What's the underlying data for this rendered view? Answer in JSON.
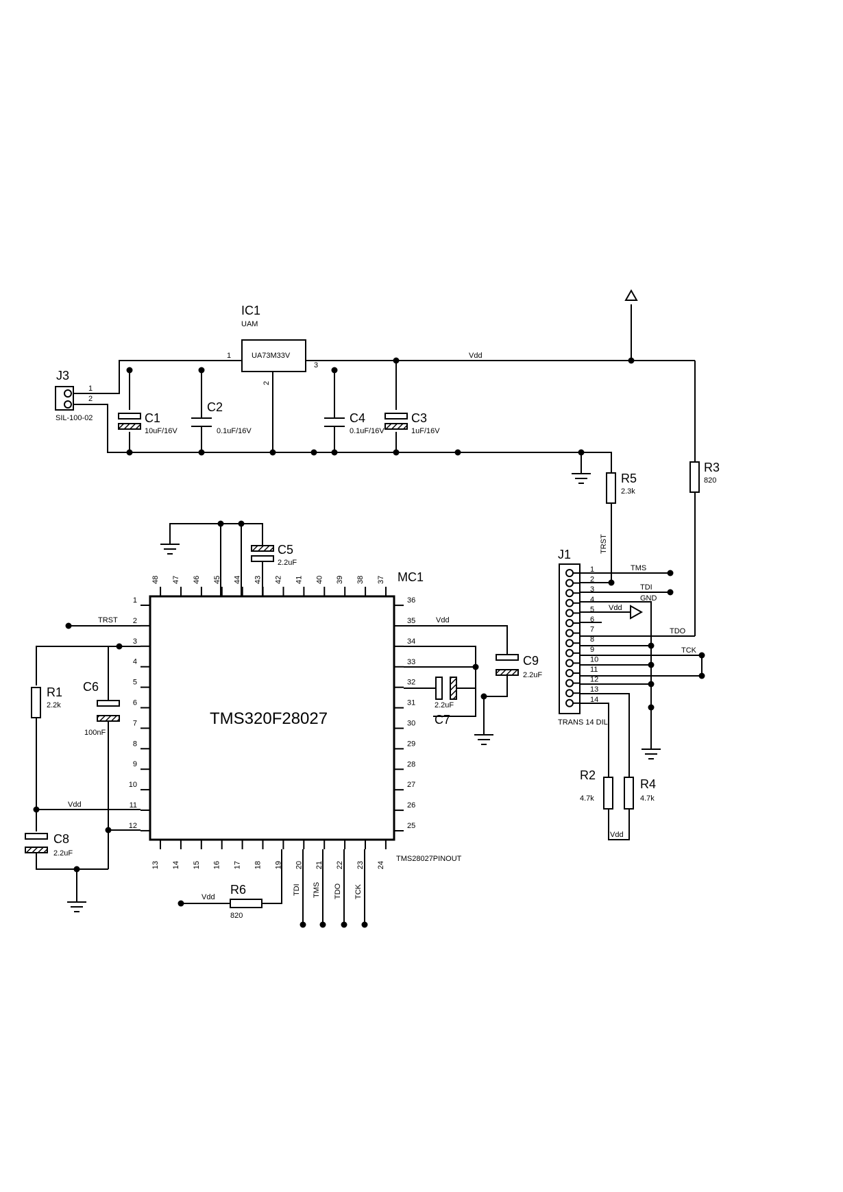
{
  "regulator": {
    "ref": "IC1",
    "package": "UAM",
    "part": "UA73M33V",
    "pins": [
      "1",
      "2",
      "3"
    ]
  },
  "j3": {
    "ref": "J3",
    "value": "SIL-100-02",
    "pins": [
      "1",
      "2"
    ]
  },
  "caps": {
    "c1": {
      "ref": "C1",
      "value": "10uF/16V"
    },
    "c2": {
      "ref": "C2",
      "value": "0.1uF/16V"
    },
    "c3": {
      "ref": "C3",
      "value": "1uF/16V"
    },
    "c4": {
      "ref": "C4",
      "value": "0.1uF/16V"
    },
    "c5": {
      "ref": "C5",
      "value": "2.2uF"
    },
    "c6": {
      "ref": "C6",
      "value": "100nF"
    },
    "c7": {
      "ref": "C7",
      "value": "2.2uF"
    },
    "c8": {
      "ref": "C8",
      "value": "2.2uF"
    },
    "c9": {
      "ref": "C9",
      "value": "2.2uF"
    }
  },
  "resistors": {
    "r1": {
      "ref": "R1",
      "value": "2.2k"
    },
    "r2": {
      "ref": "R2",
      "value": "4.7k"
    },
    "r3": {
      "ref": "R3",
      "value": "820"
    },
    "r4": {
      "ref": "R4",
      "value": "4.7k"
    },
    "r5": {
      "ref": "R5",
      "value": "2.3k"
    },
    "r6": {
      "ref": "R6",
      "value": "820"
    }
  },
  "nets": {
    "vdd": "Vdd",
    "trst": "TRST",
    "tms": "TMS",
    "tdi": "TDI",
    "gnd": "GND",
    "tdo": "TDO",
    "tck": "TCK"
  },
  "mcu": {
    "ref": "MC1",
    "part": "TMS320F28027",
    "footer": "TMS28027PINOUT",
    "left_pins": [
      "1",
      "2",
      "3",
      "4",
      "5",
      "6",
      "7",
      "8",
      "9",
      "10",
      "11",
      "12"
    ],
    "bottom_pins": [
      "13",
      "14",
      "15",
      "16",
      "17",
      "18",
      "19",
      "20",
      "21",
      "22",
      "23",
      "24"
    ],
    "right_pins": [
      "25",
      "26",
      "27",
      "28",
      "29",
      "30",
      "31",
      "32",
      "33",
      "34",
      "35",
      "36"
    ],
    "top_pins": [
      "37",
      "38",
      "39",
      "40",
      "41",
      "42",
      "43",
      "44",
      "45",
      "46",
      "47",
      "48"
    ]
  },
  "j1": {
    "ref": "J1",
    "value": "TRANS 14 DIL",
    "pins": [
      "1",
      "2",
      "3",
      "4",
      "5",
      "6",
      "7",
      "8",
      "9",
      "10",
      "11",
      "12",
      "13",
      "14"
    ]
  }
}
